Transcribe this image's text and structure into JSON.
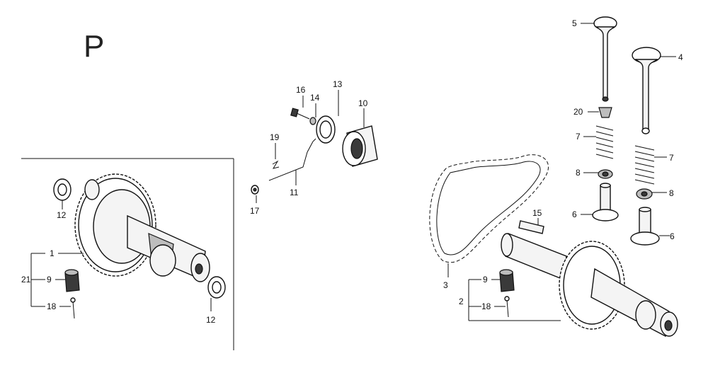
{
  "section_letter": "P",
  "callouts": {
    "c1": "1",
    "c2": "2",
    "c3": "3",
    "c4": "4",
    "c5": "5",
    "c6a": "6",
    "c6b": "6",
    "c7a": "7",
    "c7b": "7",
    "c8a": "8",
    "c8b": "8",
    "c9a": "9",
    "c9b": "9",
    "c10": "10",
    "c11": "11",
    "c12a": "12",
    "c12b": "12",
    "c13": "13",
    "c14": "14",
    "c15": "15",
    "c16": "16",
    "c17": "17",
    "c18a": "18",
    "c18b": "18",
    "c19": "19",
    "c20": "20",
    "c21": "21"
  }
}
